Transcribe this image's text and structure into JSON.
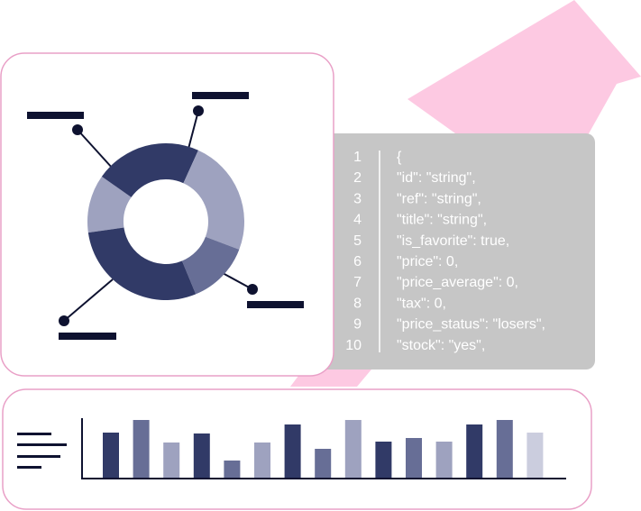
{
  "colors": {
    "arrow": "#fdc9e2",
    "card_border": "#e9a0c7",
    "code_panel": "#c6c6c6",
    "code_text": "#ffffff",
    "dark_navy": "#313a67",
    "mid_slate": "#676e96",
    "light_slate": "#9ea2bf",
    "pale_slate": "#cbcdde",
    "label_bar": "#0e1230"
  },
  "icons": {
    "menu": "hamburger-lines-icon",
    "arrow": "trend-up-arrow-icon"
  },
  "code": {
    "lines": [
      {
        "num": "1",
        "text": "{"
      },
      {
        "num": "2",
        "text": "\"id\": \"string\","
      },
      {
        "num": "3",
        "text": "\"ref\": \"string\","
      },
      {
        "num": "4",
        "text": "\"title\": \"string\","
      },
      {
        "num": "5",
        "text": "\"is_favorite\": true,"
      },
      {
        "num": "6",
        "text": "\"price\": 0,"
      },
      {
        "num": "7",
        "text": "\"price_average\": 0,"
      },
      {
        "num": "8",
        "text": "\"tax\": 0,"
      },
      {
        "num": "9",
        "text": "\"price_status\": \"losers\","
      },
      {
        "num": "10",
        "text": "\"stock\": \"yes\","
      }
    ]
  },
  "chart_data": [
    {
      "type": "pie",
      "segments": [
        {
          "value": 12,
          "color": "#9ea2bf"
        },
        {
          "value": 22,
          "color": "#313a67"
        },
        {
          "value": 24,
          "color": "#9ea2bf"
        },
        {
          "value": 13,
          "color": "#676e96"
        },
        {
          "value": 29,
          "color": "#313a67"
        }
      ]
    },
    {
      "type": "bar",
      "values": [
        50,
        64,
        39,
        49,
        19,
        39,
        59,
        32,
        64,
        40,
        44,
        40,
        59,
        64,
        50
      ],
      "colors": [
        "#313a67",
        "#676e96",
        "#9ea2bf",
        "#313a67",
        "#676e96",
        "#9ea2bf",
        "#313a67",
        "#676e96",
        "#9ea2bf",
        "#313a67",
        "#676e96",
        "#9ea2bf",
        "#313a67",
        "#676e96",
        "#cbcdde"
      ]
    }
  ]
}
